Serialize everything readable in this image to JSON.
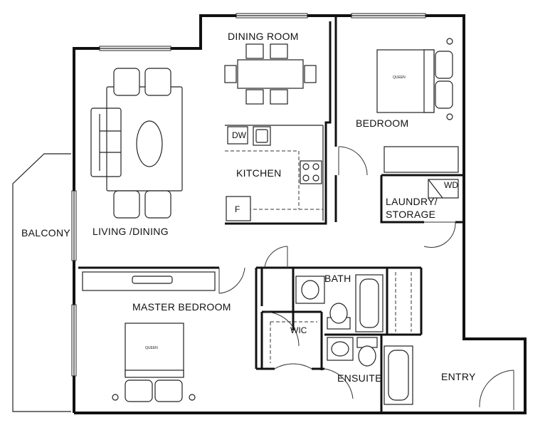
{
  "rooms": {
    "dining_room": "DINING ROOM",
    "bedroom": "BEDROOM",
    "kitchen": "KITCHEN",
    "laundry_line1": "LAUNDRY/",
    "laundry_line2": "STORAGE",
    "balcony": "BALCONY",
    "living_dining": "LIVING /DINING",
    "bath": "BATH",
    "master_bedroom": "MASTER BEDROOM",
    "wic": "WIC",
    "ensuite": "ENSUITE",
    "entry": "ENTRY"
  },
  "fixtures": {
    "dishwasher": "DW",
    "fridge": "F",
    "washer_dryer": "WD",
    "bed_bedroom": "QUEEN",
    "bed_master": "QUEEN"
  }
}
